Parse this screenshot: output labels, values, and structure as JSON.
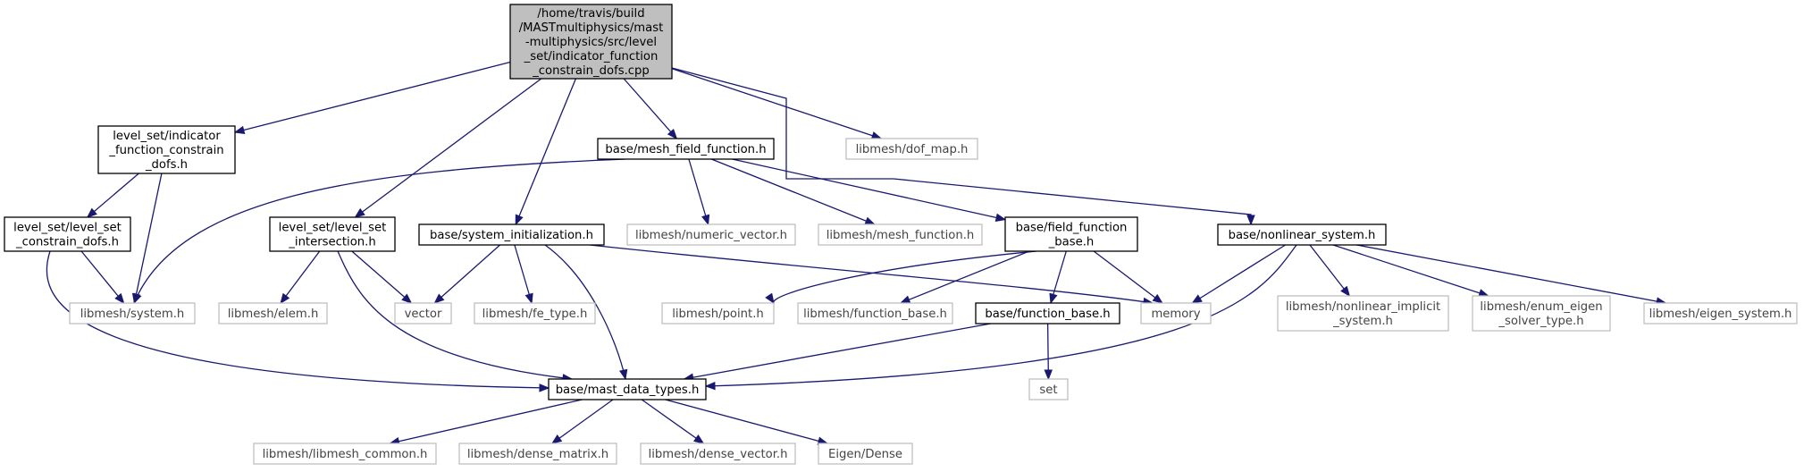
{
  "diagram": {
    "type": "include-dependency-graph",
    "colors": {
      "edge": "#191970",
      "root_fill": "#bfbfbf",
      "local_border": "#000000",
      "external_border": "#bfbfbf"
    },
    "nodes": [
      {
        "id": "root",
        "kind": "root",
        "lines": [
          "/home/travis/build",
          "/MASTmultiphysics/mast",
          "-multiphysics/src/level",
          "_set/indicator_function",
          "_constrain_dofs.cpp"
        ]
      },
      {
        "id": "ifc_h",
        "kind": "local",
        "lines": [
          "level_set/indicator",
          "_function_constrain",
          "_dofs.h"
        ]
      },
      {
        "id": "mff_h",
        "kind": "local",
        "lines": [
          "base/mesh_field_function.h"
        ]
      },
      {
        "id": "dofmap",
        "kind": "external",
        "lines": [
          "libmesh/dof_map.h"
        ]
      },
      {
        "id": "lscd_h",
        "kind": "local",
        "lines": [
          "level_set/level_set",
          "_constrain_dofs.h"
        ]
      },
      {
        "id": "lsi_h",
        "kind": "local",
        "lines": [
          "level_set/level_set",
          "_intersection.h"
        ]
      },
      {
        "id": "sysinit_h",
        "kind": "local",
        "lines": [
          "base/system_initialization.h"
        ]
      },
      {
        "id": "numvec",
        "kind": "external",
        "lines": [
          "libmesh/numeric_vector.h"
        ]
      },
      {
        "id": "meshfn",
        "kind": "external",
        "lines": [
          "libmesh/mesh_function.h"
        ]
      },
      {
        "id": "ffb_h",
        "kind": "local",
        "lines": [
          "base/field_function",
          "_base.h"
        ]
      },
      {
        "id": "nls_h",
        "kind": "local",
        "lines": [
          "base/nonlinear_system.h"
        ]
      },
      {
        "id": "system",
        "kind": "external",
        "lines": [
          "libmesh/system.h"
        ]
      },
      {
        "id": "elem",
        "kind": "external",
        "lines": [
          "libmesh/elem.h"
        ]
      },
      {
        "id": "vector",
        "kind": "external",
        "lines": [
          "vector"
        ]
      },
      {
        "id": "fetype",
        "kind": "external",
        "lines": [
          "libmesh/fe_type.h"
        ]
      },
      {
        "id": "point",
        "kind": "external",
        "lines": [
          "libmesh/point.h"
        ]
      },
      {
        "id": "lfb",
        "kind": "external",
        "lines": [
          "libmesh/function_base.h"
        ]
      },
      {
        "id": "bfb_h",
        "kind": "local",
        "lines": [
          "base/function_base.h"
        ]
      },
      {
        "id": "memory",
        "kind": "external",
        "lines": [
          "memory"
        ]
      },
      {
        "id": "nlimp",
        "kind": "external",
        "lines": [
          "libmesh/nonlinear_implicit",
          "_system.h"
        ]
      },
      {
        "id": "eigentype",
        "kind": "external",
        "lines": [
          "libmesh/enum_eigen",
          "_solver_type.h"
        ]
      },
      {
        "id": "eigensys",
        "kind": "external",
        "lines": [
          "libmesh/eigen_system.h"
        ]
      },
      {
        "id": "set",
        "kind": "external",
        "lines": [
          "set"
        ]
      },
      {
        "id": "mdt_h",
        "kind": "local",
        "lines": [
          "base/mast_data_types.h"
        ]
      },
      {
        "id": "common",
        "kind": "external",
        "lines": [
          "libmesh/libmesh_common.h"
        ]
      },
      {
        "id": "dmatrix",
        "kind": "external",
        "lines": [
          "libmesh/dense_matrix.h"
        ]
      },
      {
        "id": "dvector",
        "kind": "external",
        "lines": [
          "libmesh/dense_vector.h"
        ]
      },
      {
        "id": "eigendense",
        "kind": "external",
        "lines": [
          "Eigen/Dense"
        ]
      }
    ],
    "edges": [
      [
        "root",
        "ifc_h"
      ],
      [
        "root",
        "lsi_h"
      ],
      [
        "root",
        "sysinit_h"
      ],
      [
        "root",
        "mff_h"
      ],
      [
        "root",
        "dofmap"
      ],
      [
        "root",
        "nls_h"
      ],
      [
        "ifc_h",
        "lscd_h"
      ],
      [
        "ifc_h",
        "system"
      ],
      [
        "lscd_h",
        "system"
      ],
      [
        "lscd_h",
        "mdt_h"
      ],
      [
        "mff_h",
        "system"
      ],
      [
        "mff_h",
        "numvec"
      ],
      [
        "mff_h",
        "meshfn"
      ],
      [
        "mff_h",
        "ffb_h"
      ],
      [
        "lsi_h",
        "elem"
      ],
      [
        "lsi_h",
        "vector"
      ],
      [
        "lsi_h",
        "mdt_h"
      ],
      [
        "sysinit_h",
        "vector"
      ],
      [
        "sysinit_h",
        "fetype"
      ],
      [
        "sysinit_h",
        "mdt_h"
      ],
      [
        "sysinit_h",
        "memory"
      ],
      [
        "ffb_h",
        "point"
      ],
      [
        "ffb_h",
        "lfb"
      ],
      [
        "ffb_h",
        "bfb_h"
      ],
      [
        "ffb_h",
        "memory"
      ],
      [
        "bfb_h",
        "set"
      ],
      [
        "bfb_h",
        "mdt_h"
      ],
      [
        "nls_h",
        "memory"
      ],
      [
        "nls_h",
        "mdt_h"
      ],
      [
        "nls_h",
        "nlimp"
      ],
      [
        "nls_h",
        "eigentype"
      ],
      [
        "nls_h",
        "eigensys"
      ],
      [
        "mdt_h",
        "common"
      ],
      [
        "mdt_h",
        "dmatrix"
      ],
      [
        "mdt_h",
        "dvector"
      ],
      [
        "mdt_h",
        "eigendense"
      ]
    ]
  }
}
